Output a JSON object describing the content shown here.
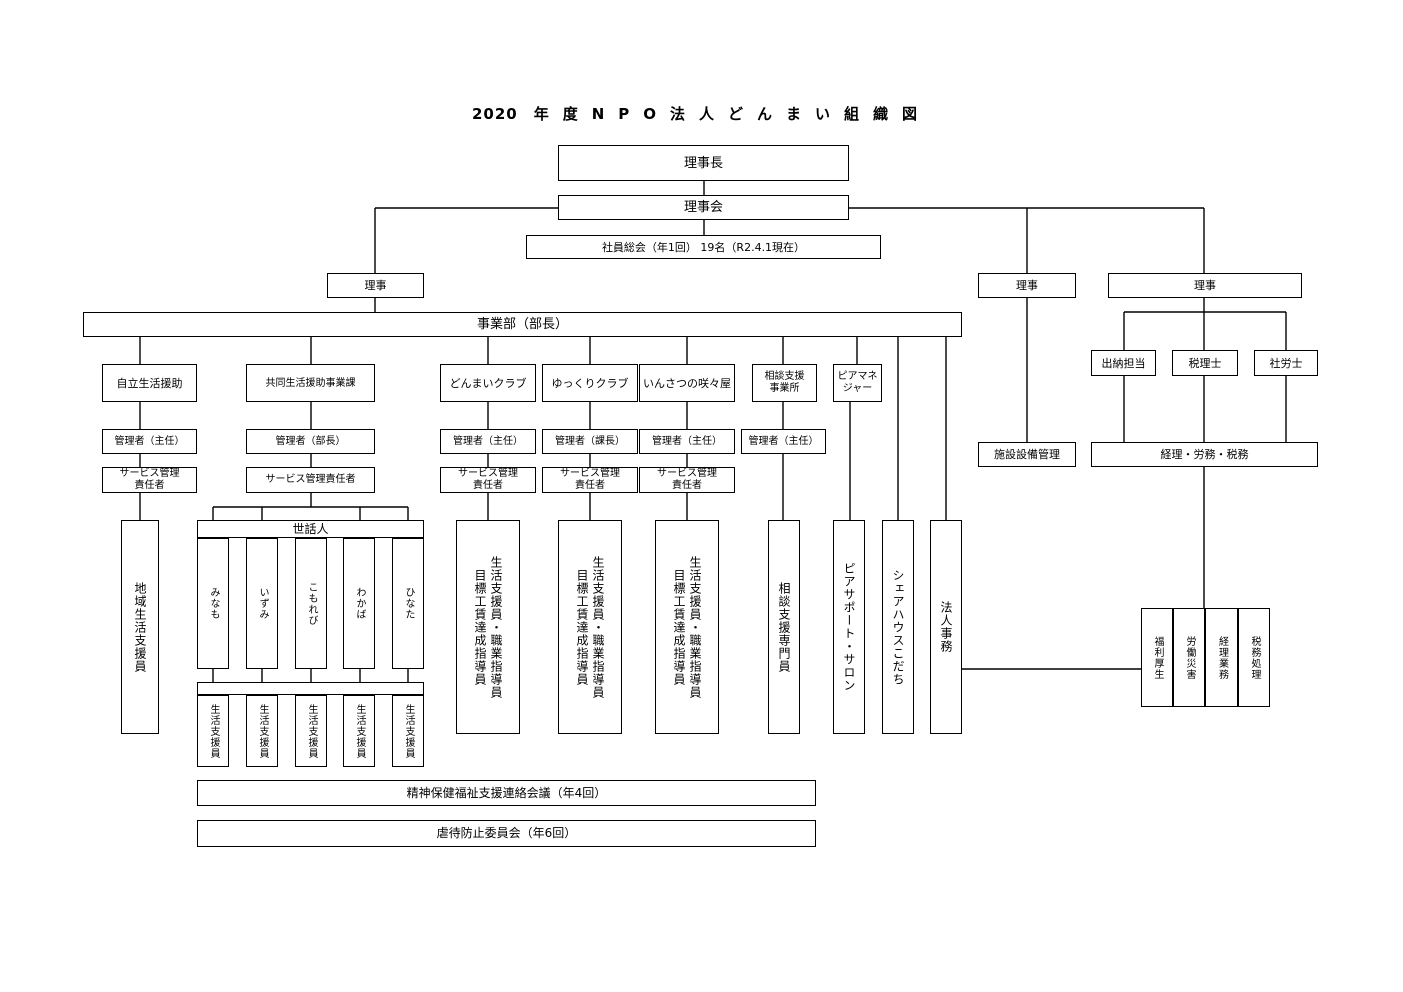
{
  "title": {
    "year": "2020",
    "rest": "年度NPO法人どんまい組織図"
  },
  "top": {
    "chairman": "理事長",
    "board": "理事会",
    "general_meeting": "社員総会（年1回） 19名（R2.4.1現在）",
    "director_left": "理事",
    "director_mid": "理事",
    "director_right": "理事",
    "division": "事業部（部長）"
  },
  "units": [
    {
      "name": "自立生活援助",
      "manager": "管理者（主任）",
      "service": "サービス管理\n責任者",
      "staff": "地域生活支援員"
    },
    {
      "name": "共同生活援助事業課",
      "manager": "管理者（部長）",
      "service": "サービス管理責任者"
    },
    {
      "name": "どんまいクラブ",
      "manager": "管理者（主任）",
      "service": "サービス管理\n責任者",
      "staff": "生活支援員・職業指導員",
      "staff2": "目標工賃達成指導員"
    },
    {
      "name": "ゆっくりクラブ",
      "manager": "管理者（課長）",
      "service": "サービス管理\n責任者",
      "staff": "生活支援員・職業指導員",
      "staff2": "目標工賃達成指導員"
    },
    {
      "name": "いんさつの咲々屋",
      "manager": "管理者（主任）",
      "service": "サービス管理\n責任者",
      "staff": "生活支援員・職業指導員",
      "staff2": "目標工賃達成指導員"
    },
    {
      "name": "相談支援\n事業所",
      "manager": "管理者（主任）",
      "staff": "相談支援専門員"
    },
    {
      "name": "ピアマネ\nジャー",
      "staff": "ピアサポート・サロン"
    }
  ],
  "share_house": "シェアハウスこだち",
  "legal_office": "法人事務",
  "caretaker": "世話人",
  "homes": [
    "みなも",
    "いずみ",
    "こもれび",
    "わかば",
    "ひなた"
  ],
  "home_staff": "生活支援員",
  "meetings": [
    "精神保健福祉支援連絡会議（年4回）",
    "虐待防止委員会（年6回）"
  ],
  "facility": "施設設備管理",
  "finance": {
    "cashier": "出納担当",
    "tax_accountant": "税理士",
    "labor_consultant": "社労士",
    "accounting": "経理・労務・税務"
  },
  "admin_tasks": [
    "福利厚生",
    "労働災害",
    "経理業務",
    "税務処理"
  ]
}
